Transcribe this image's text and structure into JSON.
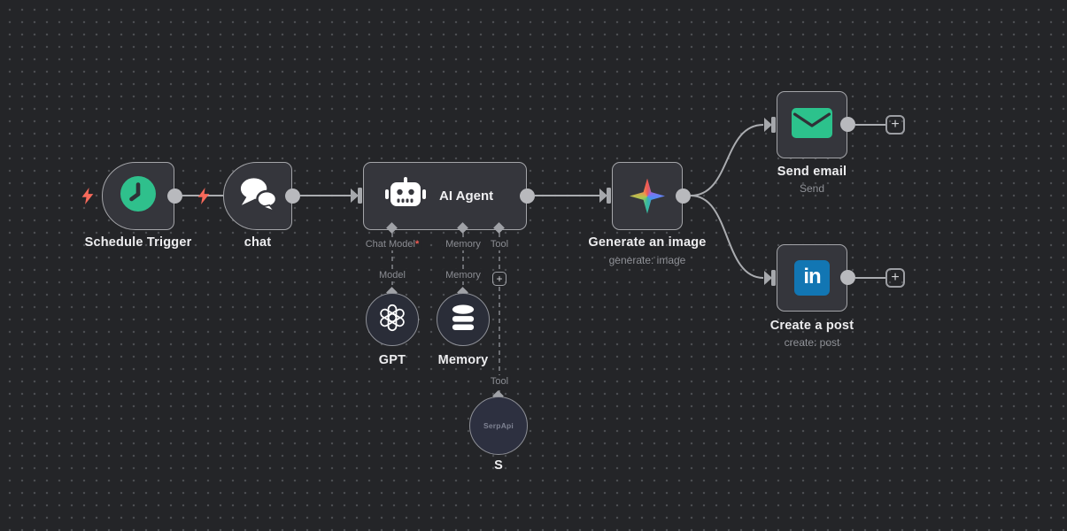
{
  "workflow": {
    "nodes": {
      "schedule_trigger": {
        "label": "Schedule Trigger",
        "icon": "clock-icon"
      },
      "chat_trigger": {
        "label": "chat",
        "icon": "chat-bubbles-icon"
      },
      "ai_agent": {
        "title": "AI Agent",
        "icon": "robot-icon",
        "ports": {
          "chat_model": {
            "label": "Chat Model",
            "required_marker": "*"
          },
          "memory": {
            "label": "Memory"
          },
          "tool": {
            "label": "Tool"
          }
        }
      },
      "gpt": {
        "label": "GPT",
        "port_label": "Model",
        "icon": "openai-icon"
      },
      "memory": {
        "label": "Memory",
        "port_label": "Memory",
        "icon": "database-icon"
      },
      "serpapi": {
        "label": "S",
        "badge_text": "SerpApi",
        "port_label": "Tool"
      },
      "generate_image": {
        "label": "Generate an image",
        "subtitle": "generate: image",
        "icon": "gemini-star-icon"
      },
      "send_email": {
        "label": "Send email",
        "subtitle": "Send",
        "icon": "envelope-icon"
      },
      "create_post": {
        "label": "Create a post",
        "subtitle": "create: post",
        "icon": "linkedin-icon",
        "icon_text": "in"
      }
    },
    "buttons": {
      "add_step": "+",
      "add_tool": "+"
    },
    "colors": {
      "canvas_bg": "#242528",
      "node_bg": "#35363c",
      "node_border": "#a4a5a9",
      "trigger_green": "#2fc08c",
      "email_green": "#2cc28c",
      "linkedin_blue": "#1276b3",
      "lightning_coral": "#f7695a",
      "required_red": "#f25c54"
    }
  }
}
